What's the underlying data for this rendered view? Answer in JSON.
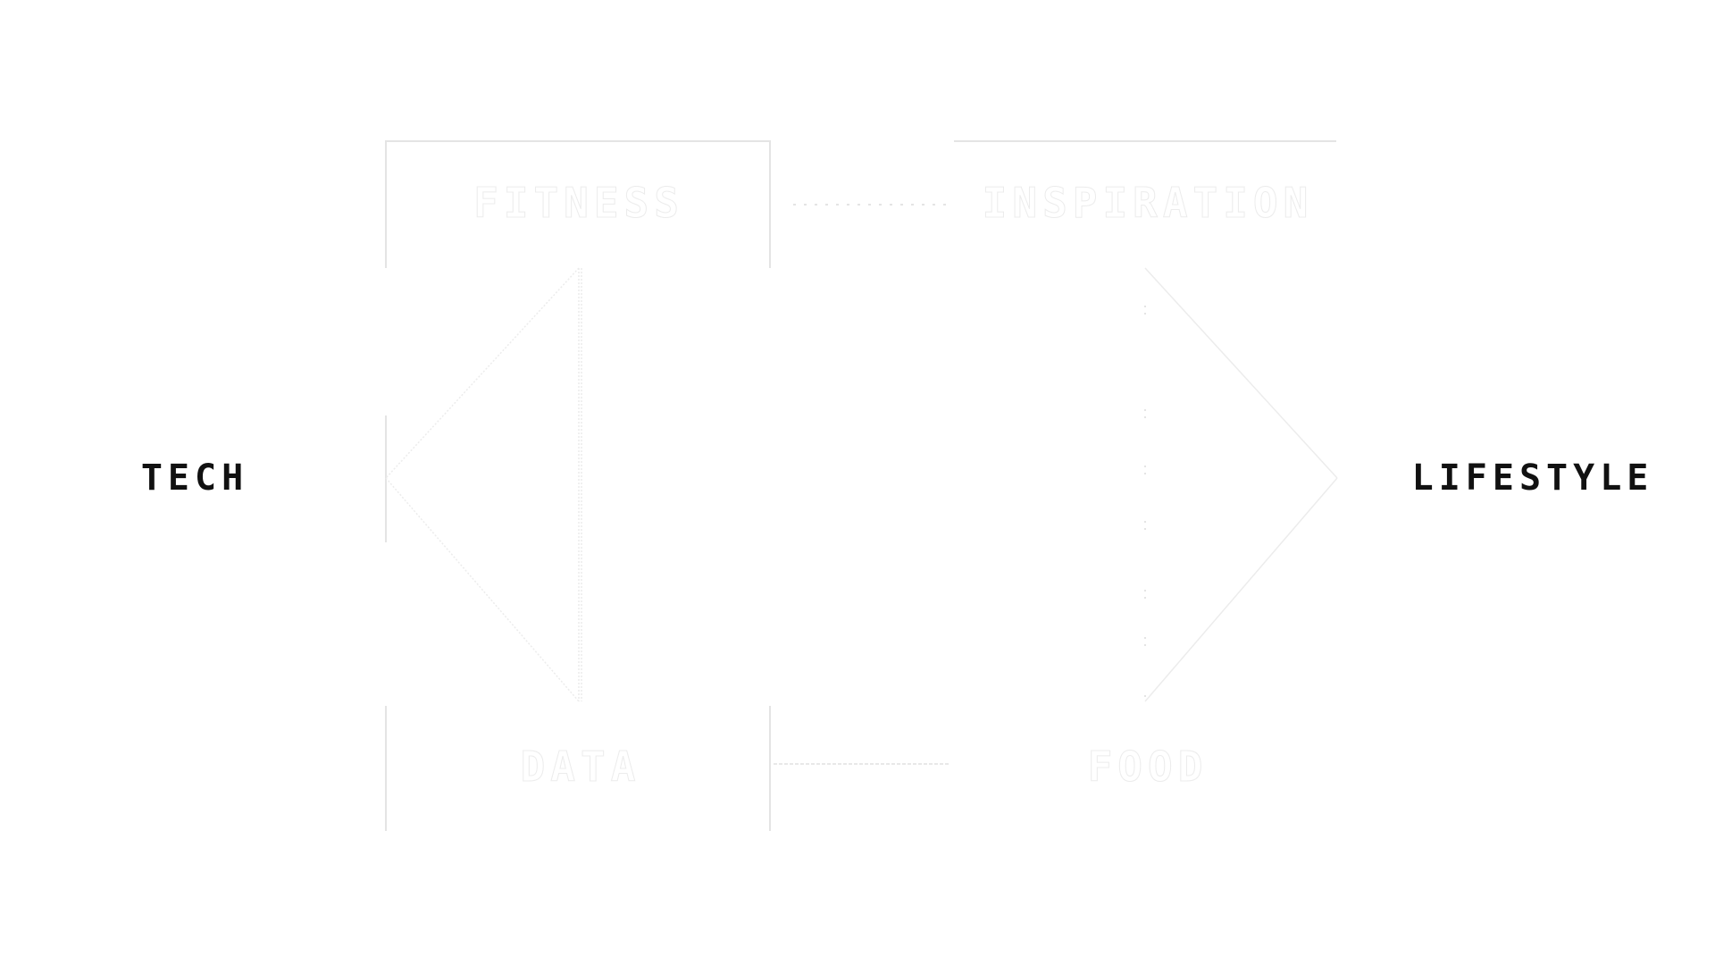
{
  "labels": {
    "left": "TECH",
    "right": "LIFESTYLE",
    "top_left": "FITNESS",
    "top_right": "INSPIRATION",
    "bottom_left": "DATA",
    "bottom_right": "FOOD"
  },
  "colors": {
    "background": "#ffffff",
    "main_text": "#111111",
    "faint_line": "#e4e4e4",
    "faint_text_stroke": "#ececec"
  }
}
